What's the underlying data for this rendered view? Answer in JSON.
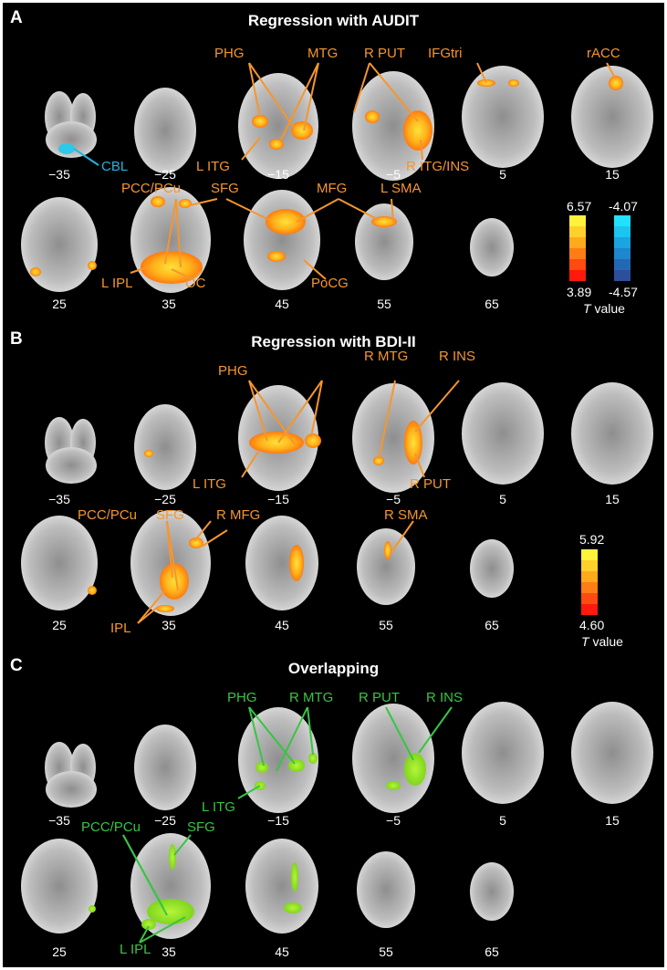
{
  "panels": [
    {
      "letter": "A",
      "title": "Regression with AUDIT",
      "slices": [
        "−35",
        "−25",
        "−15",
        "−5",
        "5",
        "15",
        "25",
        "35",
        "45",
        "55",
        "65"
      ],
      "labels": {
        "phg": "PHG",
        "mtg": "MTG",
        "rput": "R PUT",
        "ifgtri": "IFGtri",
        "racc": "rACC",
        "cbl": "CBL",
        "litg": "L ITG",
        "ritg_ins": "R ITG/INS",
        "pcc_pcu": "PCC/PCu",
        "sfg": "SFG",
        "mfg": "MFG",
        "lsma": "L SMA",
        "lipl": "L IPL",
        "oc": "OC",
        "pocg": "PoCG"
      },
      "colorbar": {
        "pos_max": "6.57",
        "pos_min": "3.89",
        "neg_max": "-4.07",
        "neg_min": "-4.57"
      }
    },
    {
      "letter": "B",
      "title": "Regression with BDI-II",
      "slices": [
        "−35",
        "−25",
        "−15",
        "−5",
        "5",
        "15",
        "25",
        "35",
        "45",
        "55",
        "65"
      ],
      "labels": {
        "phg": "PHG",
        "rmtg": "R MTG",
        "rins": "R INS",
        "litg": "L ITG",
        "rput": "R PUT",
        "pcc_pcu": "PCC/PCu",
        "sfg": "SFG",
        "rmfg": "R MFG",
        "rsma": "R SMA",
        "ipl": "IPL"
      },
      "colorbar": {
        "pos_max": "5.92",
        "pos_min": "4.60"
      }
    },
    {
      "letter": "C",
      "title": "Overlapping",
      "slices": [
        "−35",
        "−25",
        "−15",
        "−5",
        "5",
        "15",
        "25",
        "35",
        "45",
        "55",
        "65"
      ],
      "labels": {
        "phg": "PHG",
        "rmtg": "R MTG",
        "rput": "R PUT",
        "rins": "R INS",
        "litg": "L ITG",
        "pcc_pcu": "PCC/PCu",
        "sfg": "SFG",
        "lipl": "L IPL"
      }
    }
  ],
  "colorbar_caption": {
    "symbol": "T",
    "word": "value"
  },
  "colors": {
    "background": "#000000",
    "label_positive": "#f5962e",
    "label_negative": "#22b4dd",
    "label_overlap": "#37c543"
  }
}
